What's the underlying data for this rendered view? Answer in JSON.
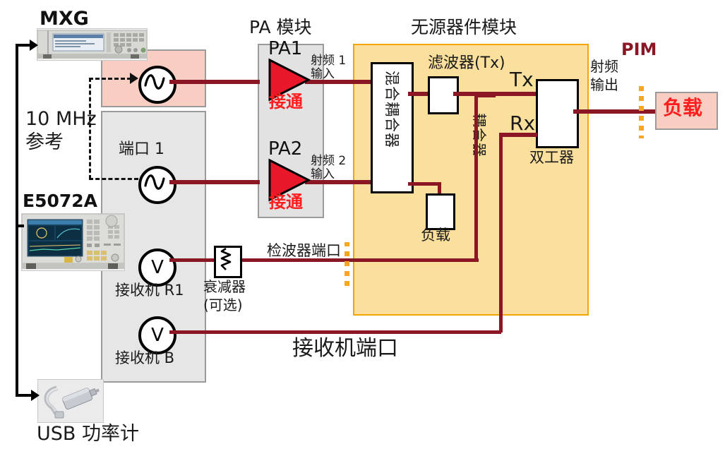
{
  "diagram": {
    "title_pa_module": "PA 模块",
    "title_passive_module": "无源器件模块",
    "label_pim": "PIM"
  },
  "instruments": {
    "mxg_label": "MXG",
    "vna_label": "E5072A",
    "usb_power_meter_label": "USB 功率计",
    "ref_line1": "10 MHz",
    "ref_line2": "参考"
  },
  "sources": {
    "port1_label": "端口 1"
  },
  "pa": {
    "pa1_name": "PA1",
    "pa1_state": "接通",
    "pa2_name": "PA2",
    "pa2_state": "接通",
    "rf1_line1": "射频 1",
    "rf1_line2": "输入",
    "rf2_line1": "射频 2",
    "rf2_line2": "输入"
  },
  "passive": {
    "hybrid_coupler": "混合耦合器",
    "filter_tx": "滤波器(Tx)",
    "coupler": "耦合器",
    "load_internal": "负载",
    "duplexer": "双工器",
    "tx_label": "Tx",
    "rx_label": "Rx"
  },
  "output": {
    "rf_out_line1": "射频",
    "rf_out_line2": "输出",
    "load_label": "负载"
  },
  "receivers": {
    "r1_label": "接收机 R1",
    "b_label": "接收机 B",
    "attenuator_line1": "衰减器",
    "attenuator_line2": "(可选)",
    "detector_port": "检波器端口",
    "receiver_port": "接收机端口"
  },
  "colors": {
    "wire": "#8b1725",
    "yellow_fill": "#fbdf9d",
    "yellow_border": "#f0a800",
    "pink_fill": "#f9cec2",
    "gray_fill": "#e6e6e6",
    "red_text": "#ff1d1d",
    "amp_fill": "#e8172a"
  }
}
